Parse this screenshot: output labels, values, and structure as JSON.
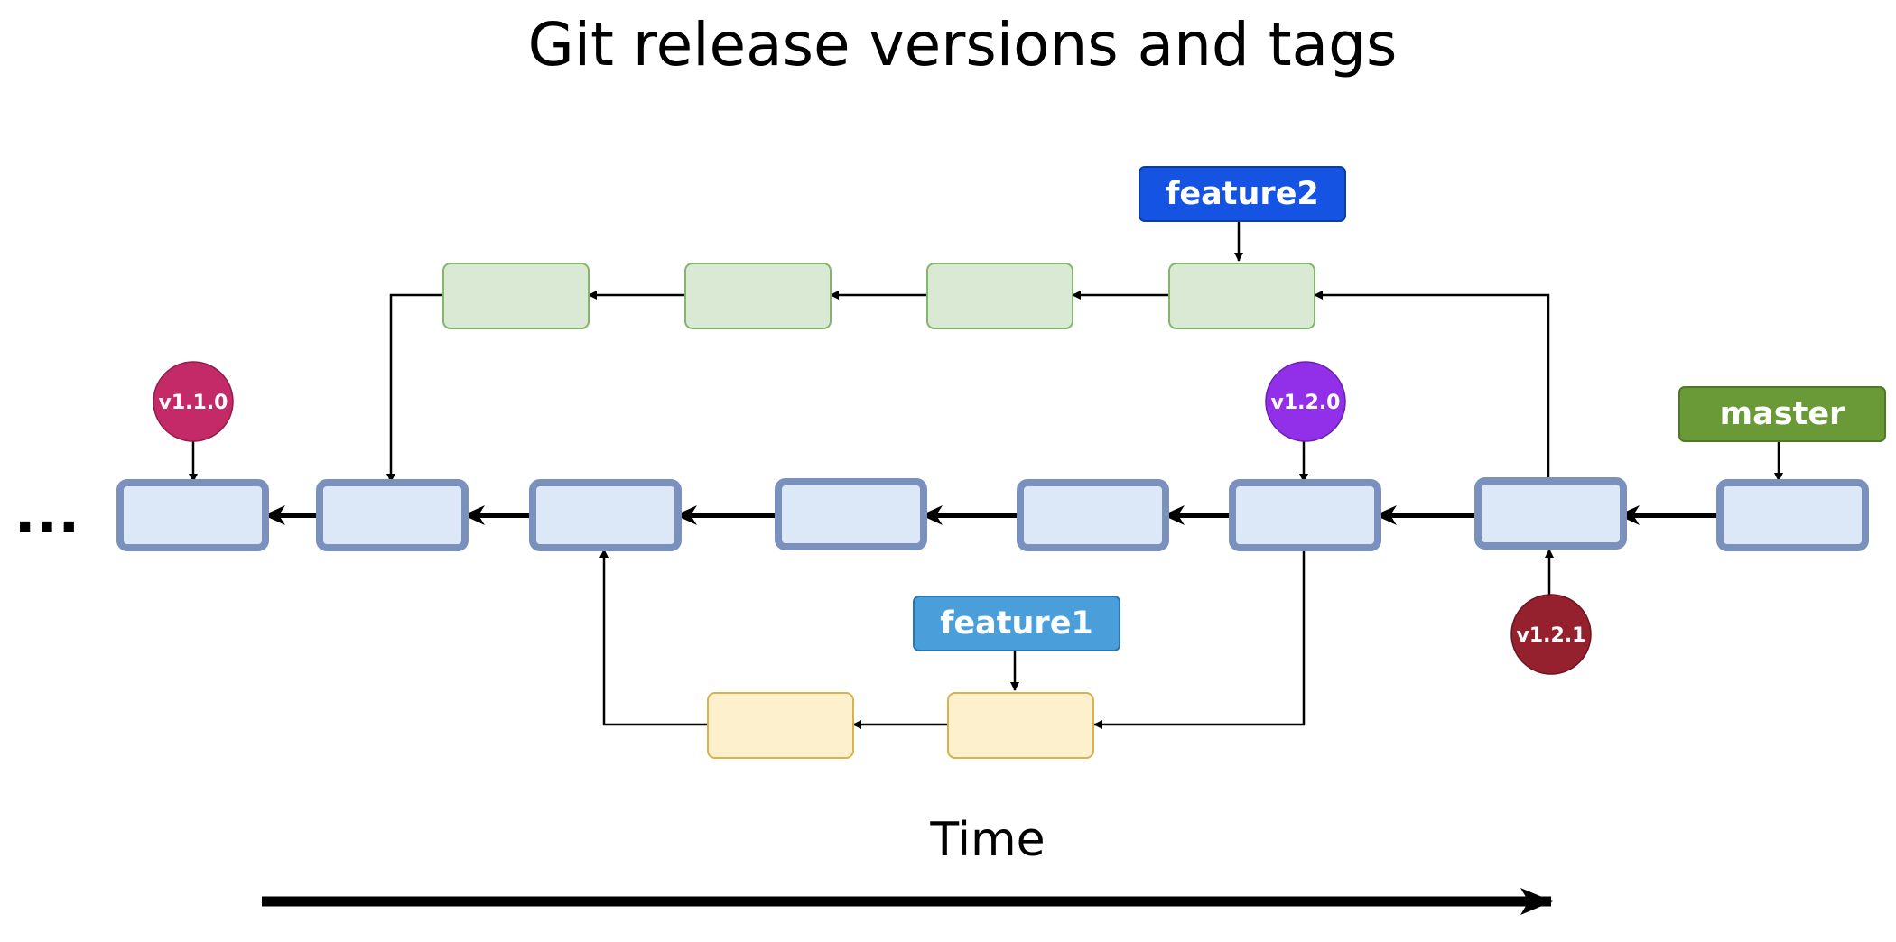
{
  "title": "Git release versions and tags",
  "time_label": "Time",
  "ellipsis": "...",
  "branches": {
    "master": {
      "label": "master",
      "color": "#6a9a38"
    },
    "feature1": {
      "label": "feature1",
      "color": "#4a9fdb"
    },
    "feature2": {
      "label": "feature2",
      "color": "#1554e2"
    }
  },
  "tags": {
    "v110": {
      "label": "v1.1.0",
      "color": "#c52a68"
    },
    "v120": {
      "label": "v1.2.0",
      "color": "#9130e8"
    },
    "v121": {
      "label": "v1.2.1",
      "color": "#95212e"
    }
  },
  "colors": {
    "master_commit_fill": "#dce7f8",
    "master_commit_border": "#7b91bd",
    "feature2_commit_fill": "#d9e9d4",
    "feature1_commit_fill": "#fdf0cd"
  }
}
